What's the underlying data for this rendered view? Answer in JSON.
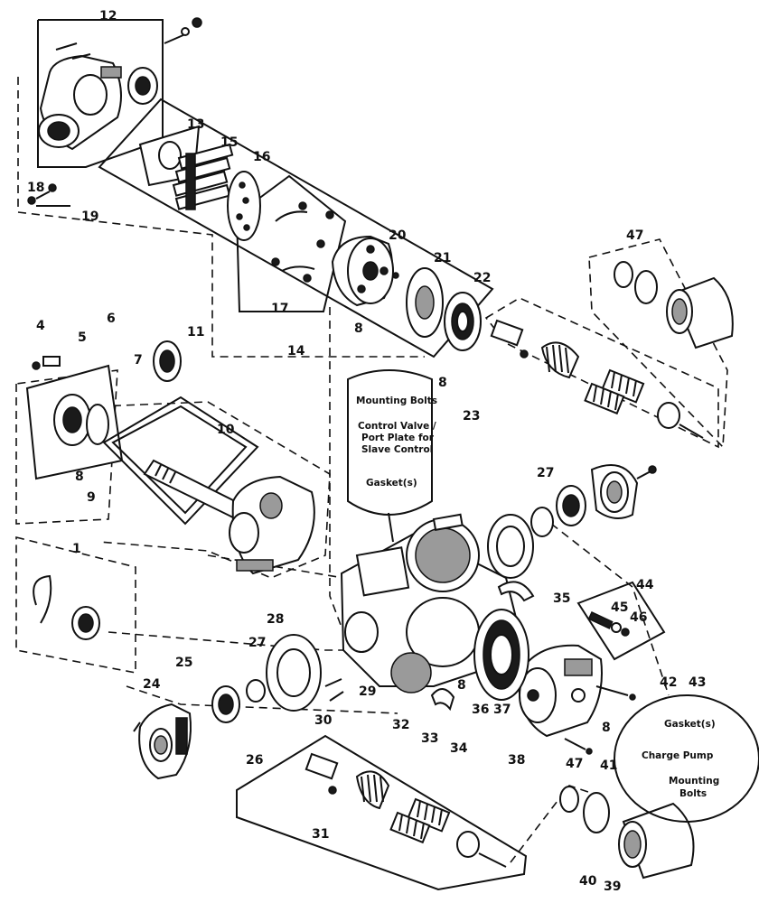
{
  "callouts": [
    {
      "id": "c12",
      "text": "12"
    },
    {
      "id": "c13",
      "text": "13"
    },
    {
      "id": "c15",
      "text": "15"
    },
    {
      "id": "c16",
      "text": "16"
    },
    {
      "id": "c17",
      "text": "17"
    },
    {
      "id": "c18",
      "text": "18"
    },
    {
      "id": "c19",
      "text": "19"
    },
    {
      "id": "c20",
      "text": "20"
    },
    {
      "id": "c21",
      "text": "21"
    },
    {
      "id": "c22",
      "text": "22"
    },
    {
      "id": "c47a",
      "text": "47"
    },
    {
      "id": "c4",
      "text": "4"
    },
    {
      "id": "c5",
      "text": "5"
    },
    {
      "id": "c6",
      "text": "6"
    },
    {
      "id": "c7",
      "text": "7"
    },
    {
      "id": "c11",
      "text": "11"
    },
    {
      "id": "c14",
      "text": "14"
    },
    {
      "id": "c8a",
      "text": "8"
    },
    {
      "id": "c8b",
      "text": "8"
    },
    {
      "id": "c10",
      "text": "10"
    },
    {
      "id": "c23",
      "text": "23"
    },
    {
      "id": "c8c",
      "text": "8"
    },
    {
      "id": "c9",
      "text": "9"
    },
    {
      "id": "c27a",
      "text": "27"
    },
    {
      "id": "c1",
      "text": "1"
    },
    {
      "id": "c44",
      "text": "44"
    },
    {
      "id": "c45",
      "text": "45"
    },
    {
      "id": "c46",
      "text": "46"
    },
    {
      "id": "c35",
      "text": "35"
    },
    {
      "id": "c28",
      "text": "28"
    },
    {
      "id": "c25",
      "text": "25"
    },
    {
      "id": "c27b",
      "text": "27"
    },
    {
      "id": "c24",
      "text": "24"
    },
    {
      "id": "c29",
      "text": "29"
    },
    {
      "id": "c42",
      "text": "42"
    },
    {
      "id": "c43",
      "text": "43"
    },
    {
      "id": "c30",
      "text": "30"
    },
    {
      "id": "c32",
      "text": "32"
    },
    {
      "id": "c33",
      "text": "33"
    },
    {
      "id": "c8d",
      "text": "8"
    },
    {
      "id": "c36",
      "text": "36"
    },
    {
      "id": "c37",
      "text": "37"
    },
    {
      "id": "c8e",
      "text": "8"
    },
    {
      "id": "c26",
      "text": "26"
    },
    {
      "id": "c34",
      "text": "34"
    },
    {
      "id": "c38",
      "text": "38"
    },
    {
      "id": "c41",
      "text": "41"
    },
    {
      "id": "c47b",
      "text": "47"
    },
    {
      "id": "c31",
      "text": "31"
    },
    {
      "id": "c40",
      "text": "40"
    },
    {
      "id": "c39",
      "text": "39"
    }
  ],
  "note_23": {
    "line1": "Mounting Bolts",
    "line2": "Control Valve /",
    "line3": "Port Plate for",
    "line4": "Slave Control",
    "line5": "Gasket(s)"
  },
  "note_43": {
    "line1": "Gasket(s)",
    "line2": "Charge Pump",
    "line3": "Mounting",
    "line4": "Bolts"
  }
}
